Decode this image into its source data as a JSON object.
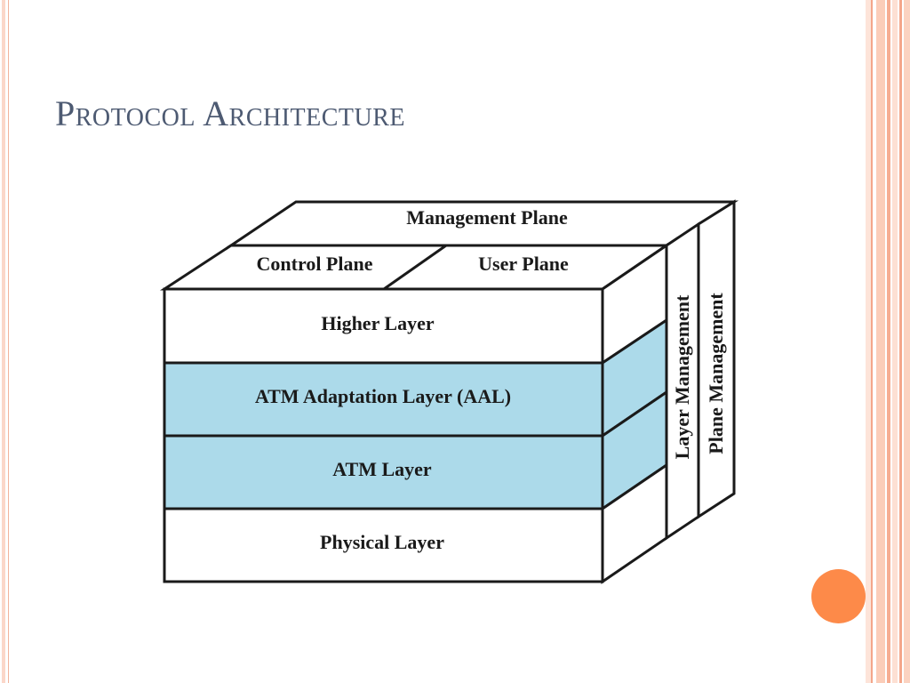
{
  "slide": {
    "title": "Protocol Architecture"
  },
  "diagram": {
    "management_plane": "Management Plane",
    "control_plane": "Control Plane",
    "user_plane": "User Plane",
    "layers": [
      {
        "label": "Higher Layer",
        "color": "#ffffff"
      },
      {
        "label": "ATM Adaptation Layer (AAL)",
        "color": "#acdaea"
      },
      {
        "label": "ATM Layer",
        "color": "#acdaea"
      },
      {
        "label": "Physical Layer",
        "color": "#ffffff"
      }
    ],
    "layer_management": "Layer Management",
    "plane_management": "Plane Management"
  },
  "colors": {
    "title": "#4d5a72",
    "accent_dot": "#fd8a49",
    "stripe": "#f7b29a",
    "highlight_layer": "#acdaea"
  }
}
